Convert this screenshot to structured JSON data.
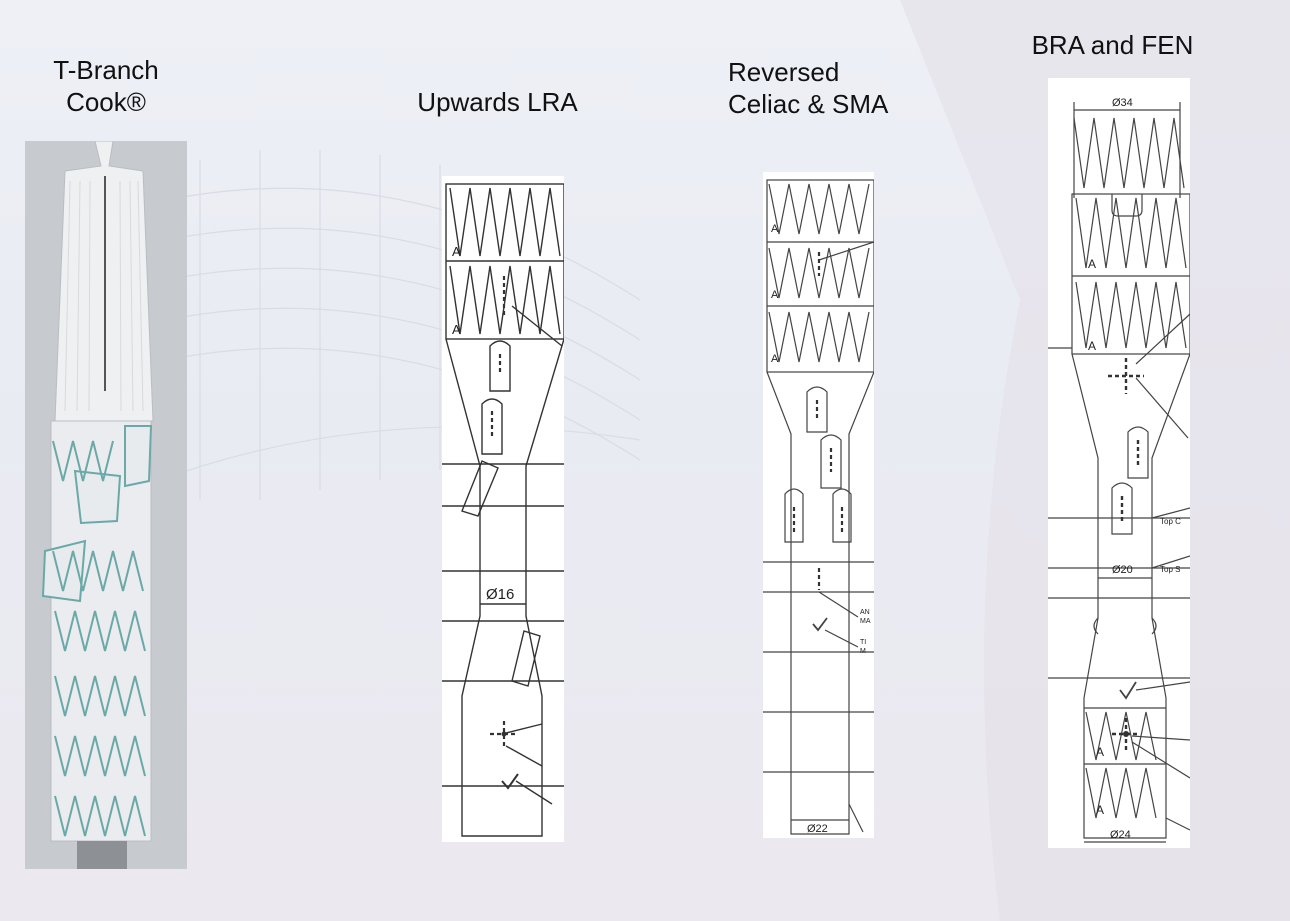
{
  "panels": [
    {
      "id": "tbranch",
      "title_lines": [
        "T-Branch",
        "Cook®"
      ]
    },
    {
      "id": "lra",
      "title_lines": [
        "Upwards LRA"
      ],
      "dimension": "Ø16"
    },
    {
      "id": "celiac",
      "title_lines": [
        "Reversed",
        "Celiac & SMA"
      ],
      "dimension": "Ø22",
      "side_labels": [
        "AN",
        "MA",
        "TI",
        "M"
      ]
    },
    {
      "id": "bra",
      "title_lines": [
        "BRA and FEN"
      ],
      "dimension_top": "Ø34",
      "dimension_mid": "Ø20",
      "dimension_bottom": "Ø24",
      "side_labels": [
        "Top C",
        "Top S"
      ]
    }
  ],
  "stent_label": "A"
}
